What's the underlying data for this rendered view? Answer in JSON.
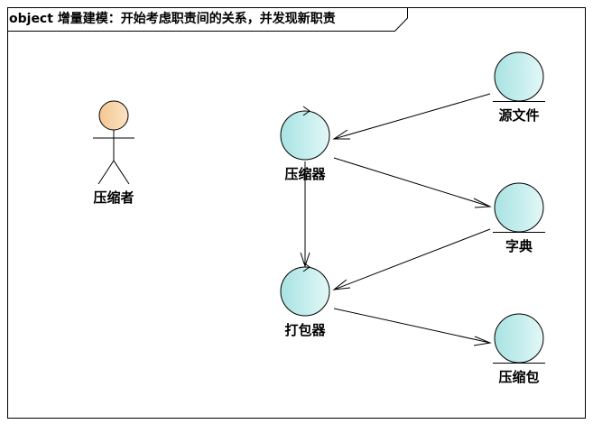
{
  "frame": {
    "keyword": "object",
    "title": "增量建模：开始考虑职责间的关系，并发现新职责"
  },
  "colors": {
    "actor_fill": "#f9d6a8",
    "object_fill": "#bfe9e9",
    "line": "#000000"
  },
  "actor": {
    "label": "压缩者"
  },
  "objects": [
    {
      "id": "compressor",
      "label": "压缩器",
      "kind": "control"
    },
    {
      "id": "packer",
      "label": "打包器",
      "kind": "control"
    },
    {
      "id": "source",
      "label": "源文件",
      "kind": "entity"
    },
    {
      "id": "dictionary",
      "label": "字典",
      "kind": "entity"
    },
    {
      "id": "archive",
      "label": "压缩包",
      "kind": "entity"
    }
  ],
  "links": [
    {
      "from": "source",
      "to": "compressor"
    },
    {
      "from": "compressor",
      "to": "dictionary"
    },
    {
      "from": "compressor",
      "to": "packer"
    },
    {
      "from": "dictionary",
      "to": "packer"
    },
    {
      "from": "packer",
      "to": "archive"
    }
  ]
}
